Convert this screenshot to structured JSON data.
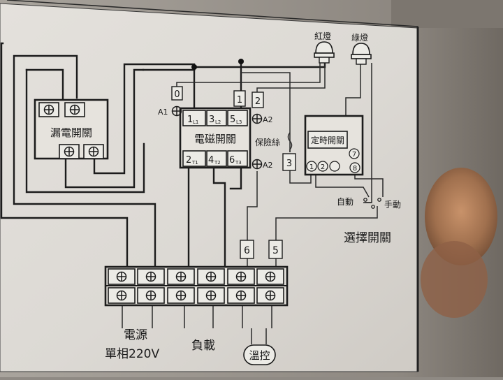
{
  "panel": {
    "leakage_breaker": {
      "label": "漏電開關"
    },
    "contactor": {
      "label": "電磁開關",
      "top_terminals": [
        "1",
        "3",
        "5"
      ],
      "top_subs": [
        "L1",
        "L2",
        "L3"
      ],
      "bottom_terminals": [
        "2",
        "4",
        "6"
      ],
      "bottom_subs": [
        "T1",
        "T2",
        "T3"
      ]
    },
    "timer": {
      "label": "定時開關",
      "terminals": [
        "1",
        "2",
        "7",
        "8"
      ]
    },
    "lamps": {
      "red": "紅燈",
      "green": "綠燈"
    },
    "fuse": {
      "label": "保險絲"
    },
    "selector": {
      "label": "選擇開關",
      "auto": "自動",
      "manual": "手動"
    },
    "markers": {
      "a1": "A1",
      "a2_upper": "A2",
      "a2_lower": "A2"
    },
    "wire_numbers": {
      "n0": "0",
      "n1": "1",
      "n2": "2",
      "n3": "3",
      "n5": "5",
      "n6": "6"
    },
    "bottom_labels": {
      "power_line1": "電源",
      "power_line2": "單相220V",
      "load": "負載",
      "thermostat": "溫控"
    }
  }
}
